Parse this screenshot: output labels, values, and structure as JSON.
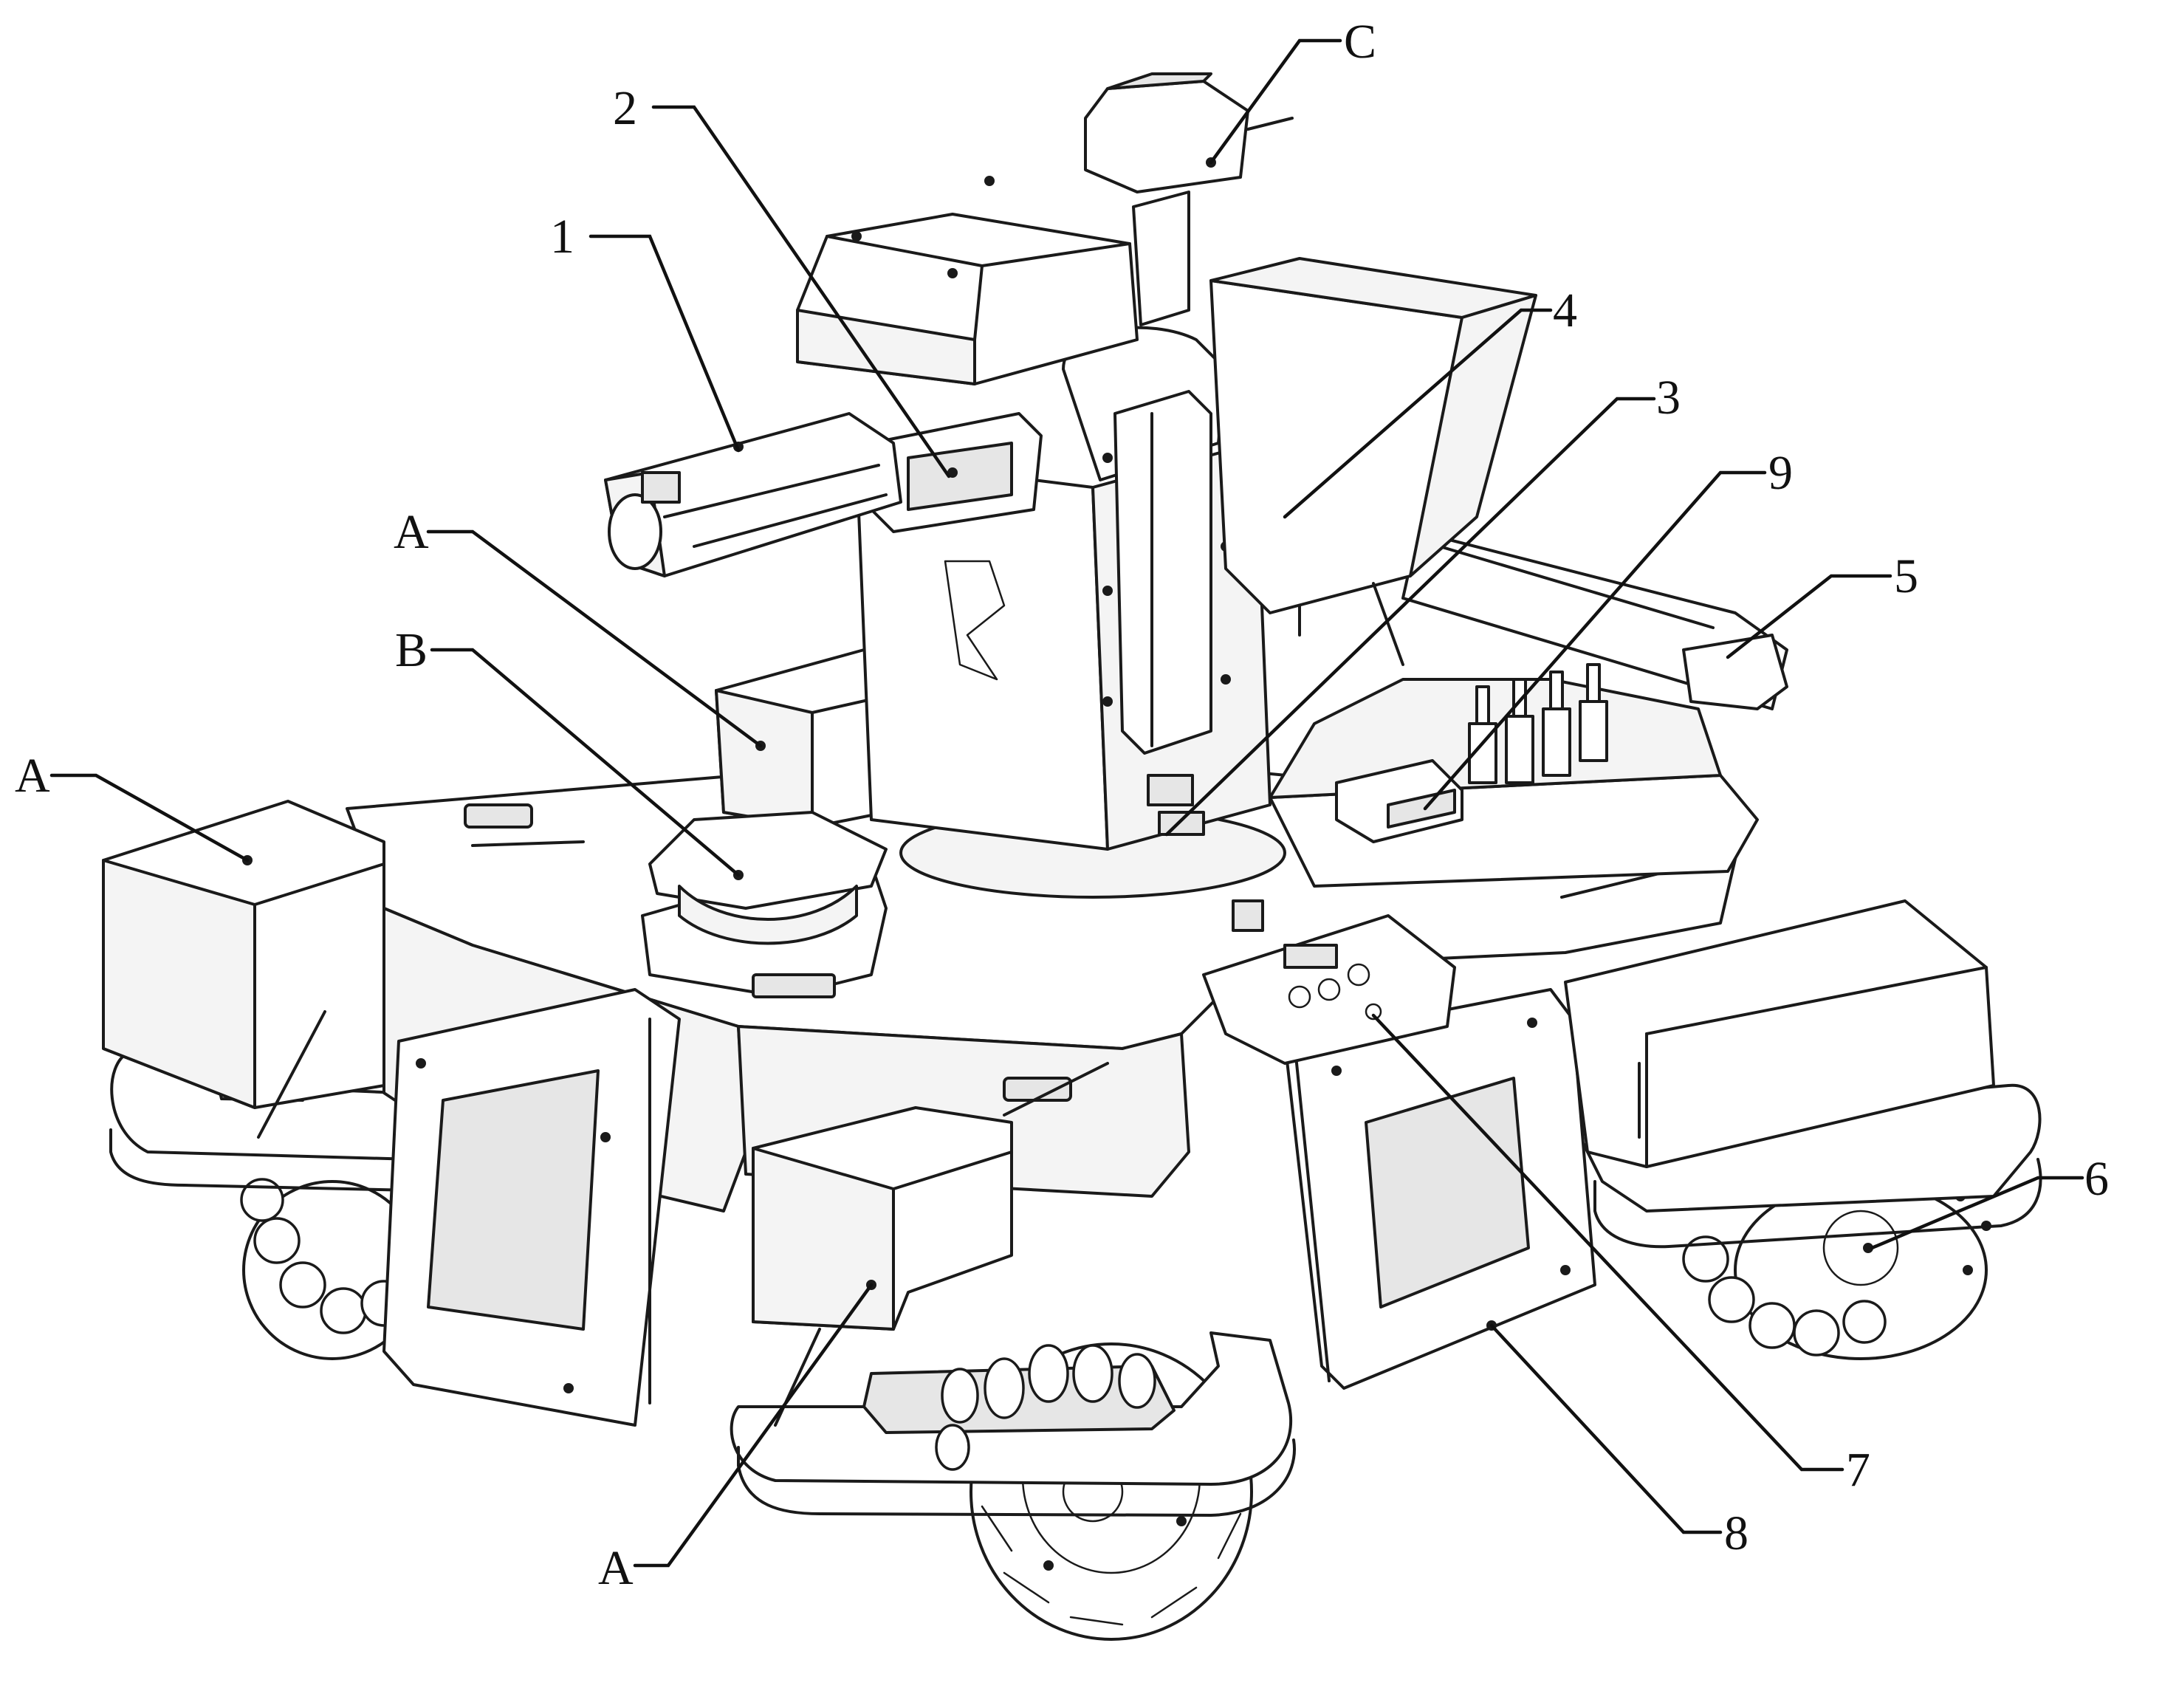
{
  "figure": {
    "labels": [
      {
        "id": "label-1",
        "text": "1"
      },
      {
        "id": "label-2",
        "text": "2"
      },
      {
        "id": "label-3",
        "text": "3"
      },
      {
        "id": "label-4",
        "text": "4"
      },
      {
        "id": "label-5",
        "text": "5"
      },
      {
        "id": "label-6",
        "text": "6"
      },
      {
        "id": "label-7",
        "text": "7"
      },
      {
        "id": "label-8",
        "text": "8"
      },
      {
        "id": "label-9",
        "text": "9"
      },
      {
        "id": "label-a-upper",
        "text": "A"
      },
      {
        "id": "label-a-left",
        "text": "A"
      },
      {
        "id": "label-a-bottom",
        "text": "A"
      },
      {
        "id": "label-b",
        "text": "B"
      },
      {
        "id": "label-c",
        "text": "C"
      }
    ]
  }
}
